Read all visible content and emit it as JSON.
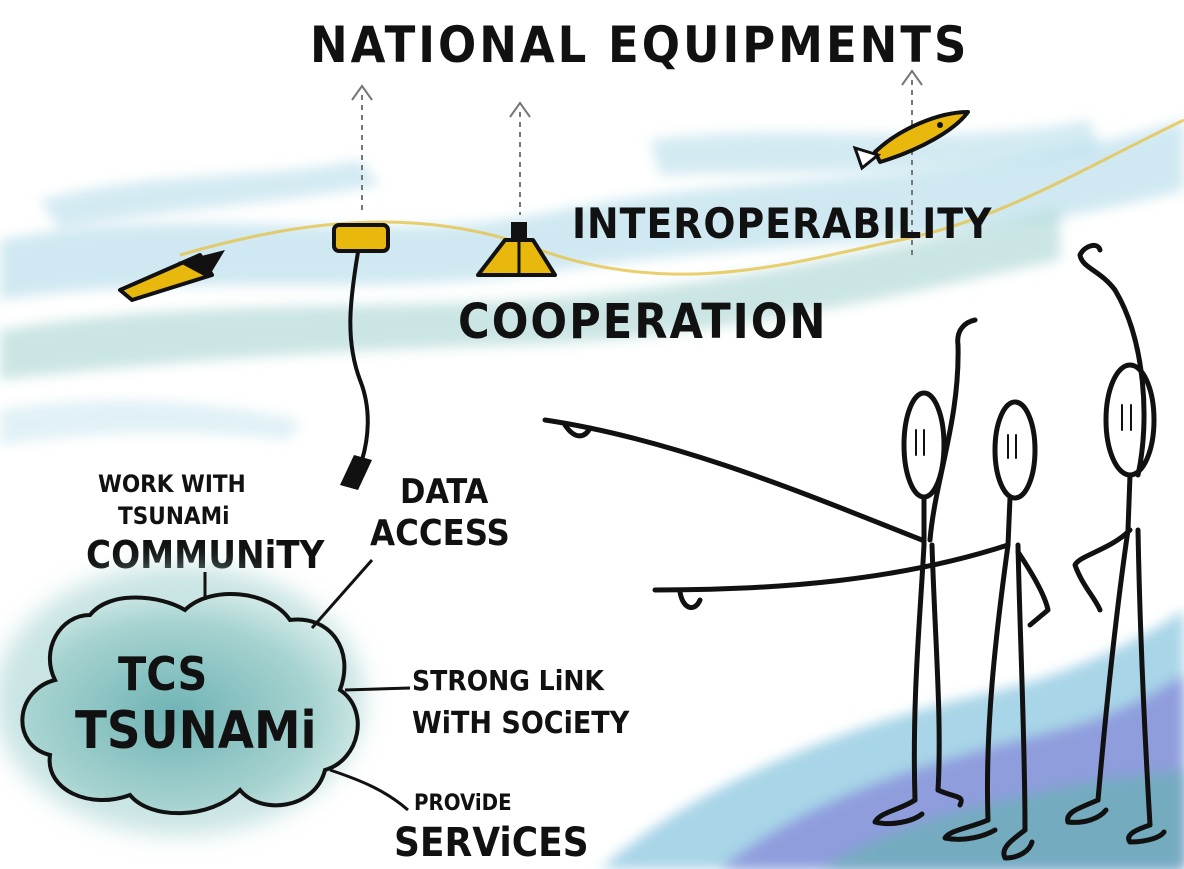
{
  "title": "NATIONAL EQUIPMENTS",
  "labels": {
    "interoperability": "INTEROPERABILITY",
    "cooperation": "COOPERATION",
    "data_access_line1": "DATA",
    "data_access_line2": "ACCESS",
    "community_line1": "WORK WITH",
    "community_line2": "TSUNAMi",
    "community_line3": "COMMUNiTY",
    "link_line1": "STRONG LiNK",
    "link_line2": "WiTH SOCiETY",
    "services_line1": "PROViDE",
    "services_line2": "SERViCES"
  },
  "cloud": {
    "line1": "TCS",
    "line2": "TSUNAMi"
  },
  "colors": {
    "ink": "#111111",
    "equipment_yellow": "#e8b80c",
    "water_light": "#a9d7e6",
    "water_teal": "#8cc7c4",
    "water_purple": "#7b6fd6",
    "cloud_fill": "#9fcfcf"
  },
  "icons": [
    "sensor-cable-icon",
    "buoy-icon",
    "tide-gauge-icon",
    "glider-icon",
    "torpedo-sensor-icon",
    "people-figures"
  ]
}
